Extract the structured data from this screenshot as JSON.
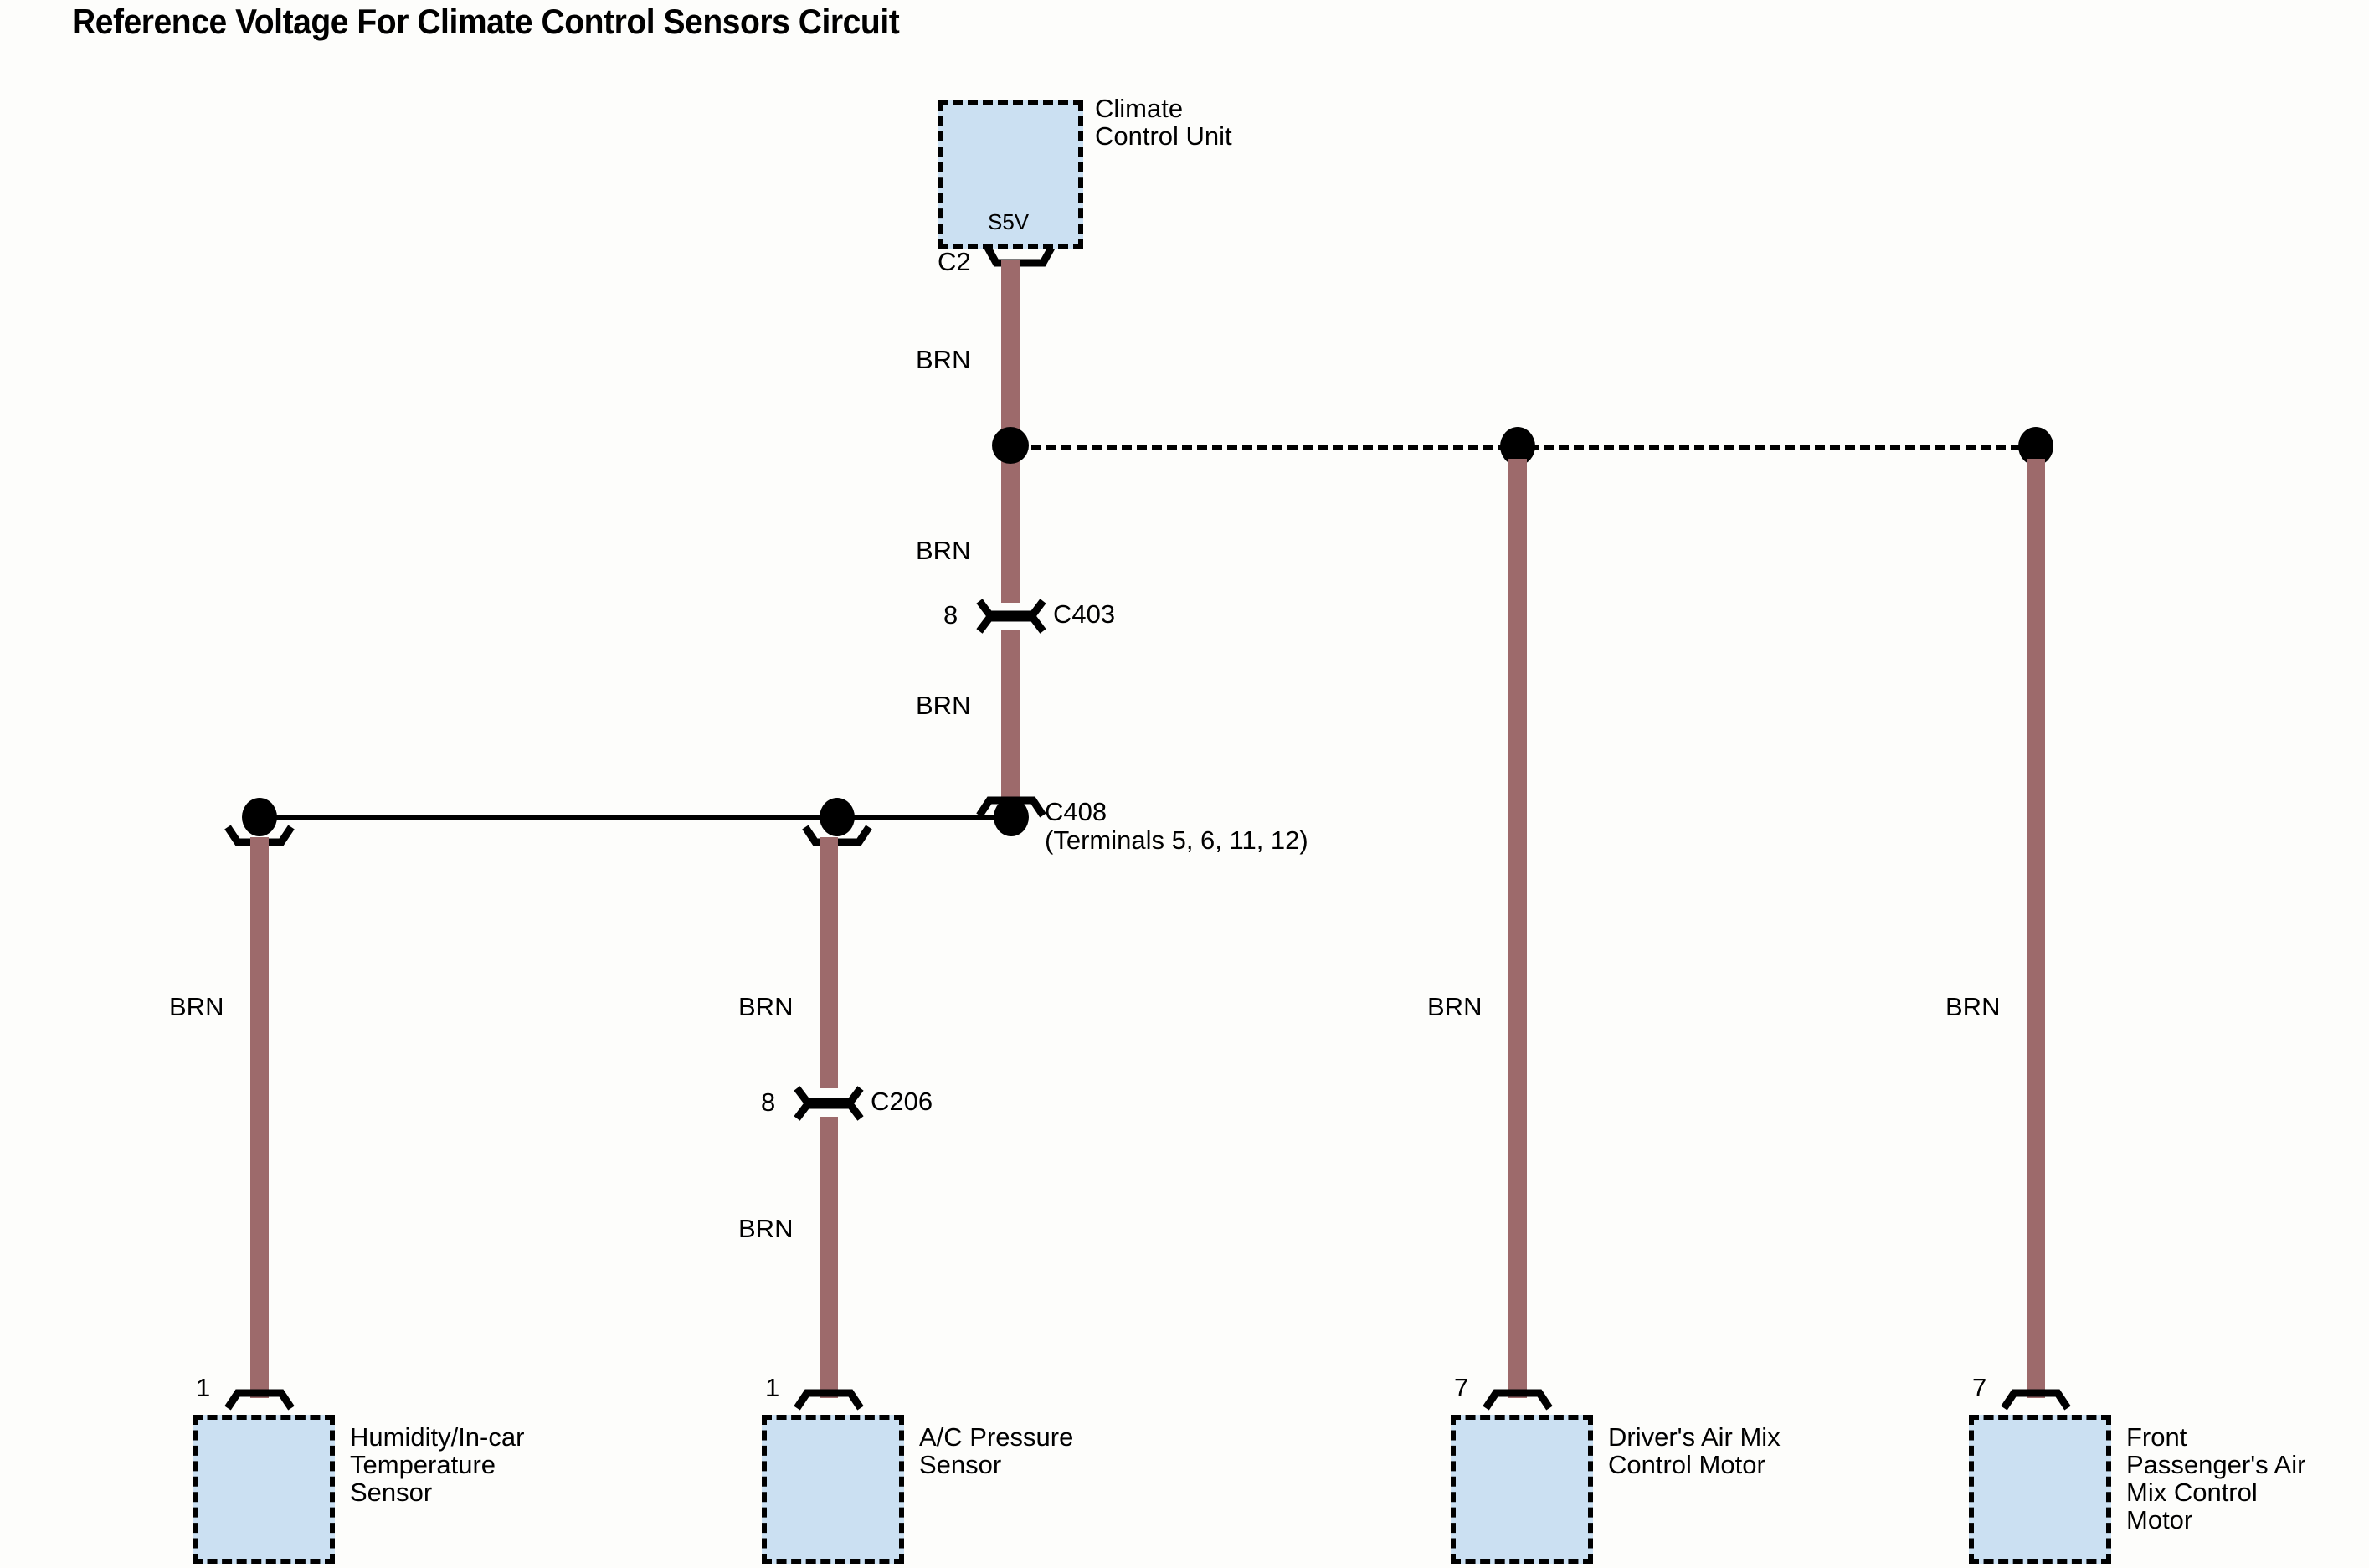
{
  "diagram": {
    "title": "Reference Voltage For Climate Control Sensors Circuit",
    "wire_color_hex": "#9d6a6b",
    "box_fill_hex": "#cbe0f2",
    "background_hex": "#fdfdfb"
  },
  "components": {
    "climate_control_unit": {
      "label": "Climate\nControl Unit",
      "terminal_label": "S5V",
      "connector": "C2"
    },
    "humidity_sensor": {
      "label": "Humidity/In-car\nTemperature\nSensor",
      "pin": "1"
    },
    "ac_pressure_sensor": {
      "label": "A/C Pressure\nSensor",
      "pin": "1"
    },
    "drivers_air_mix_motor": {
      "label": "Driver's Air Mix\nControl Motor",
      "pin": "7"
    },
    "front_passenger_air_mix_motor": {
      "label": "Front\nPassenger's Air\nMix Control\nMotor",
      "pin": "7"
    }
  },
  "connectors": {
    "c2": {
      "name": "C2"
    },
    "c403": {
      "name": "C403",
      "pin": "8"
    },
    "c408": {
      "name": "C408\n(Terminals 5, 6, 11, 12)"
    },
    "c206": {
      "name": "C206",
      "pin": "8"
    }
  },
  "wire_labels": {
    "trunk_top": "BRN",
    "trunk_mid": "BRN",
    "trunk_lower": "BRN",
    "branch_humidity": "BRN",
    "branch_ac_upper": "BRN",
    "branch_ac_lower": "BRN",
    "branch_driver": "BRN",
    "branch_passenger": "BRN"
  }
}
